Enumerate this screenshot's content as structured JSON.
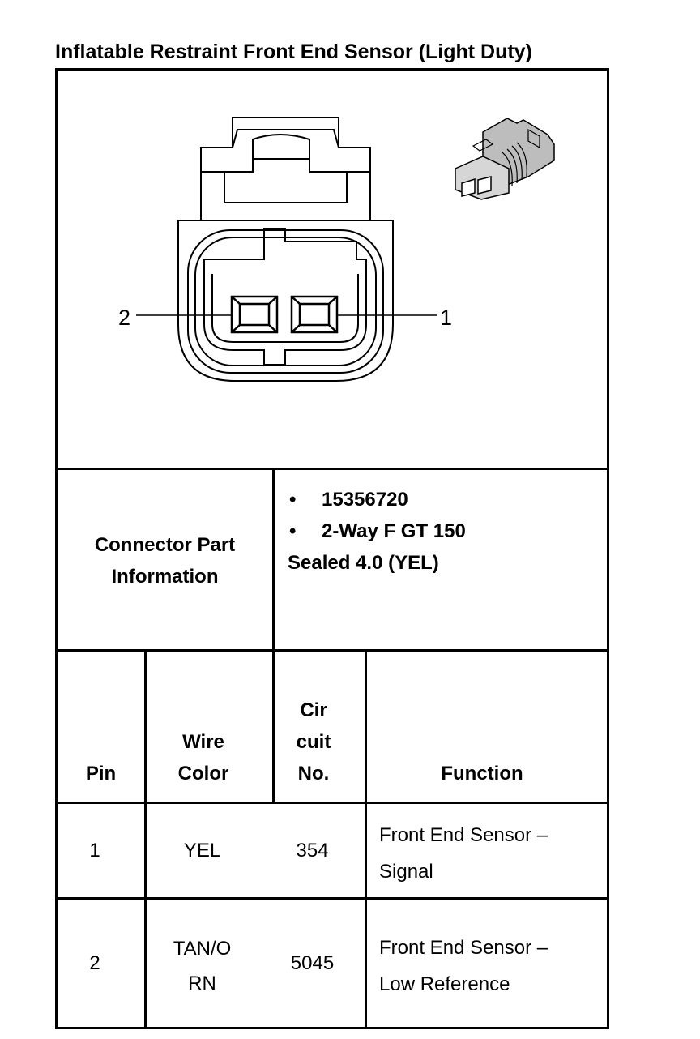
{
  "title": "Inflatable Restraint Front End Sensor (Light Duty)",
  "diagram": {
    "pin_label_left": "2",
    "pin_label_right": "1"
  },
  "connector_info": {
    "label_line1": "Connector Part",
    "label_line2": "Information",
    "bullet_symbol": "•",
    "part_number": "15356720",
    "description_line1": "2-Way F GT 150",
    "description_line2": "Sealed 4.0 (YEL)"
  },
  "table": {
    "headers": {
      "pin": "Pin",
      "wire_color_line1": "Wire",
      "wire_color_line2": "Color",
      "circuit_line1": "Cir",
      "circuit_line2": "cuit",
      "circuit_line3": "No.",
      "function": "Function"
    },
    "rows": [
      {
        "pin": "1",
        "wire_line1": "YEL",
        "wire_line2": "",
        "circuit": "354",
        "function_line1": "Front End Sensor –",
        "function_line2": "Signal"
      },
      {
        "pin": "2",
        "wire_line1": "TAN/O",
        "wire_line2": "RN",
        "circuit": "5045",
        "function_line1": "Front End Sensor –",
        "function_line2": "Low Reference"
      }
    ]
  }
}
